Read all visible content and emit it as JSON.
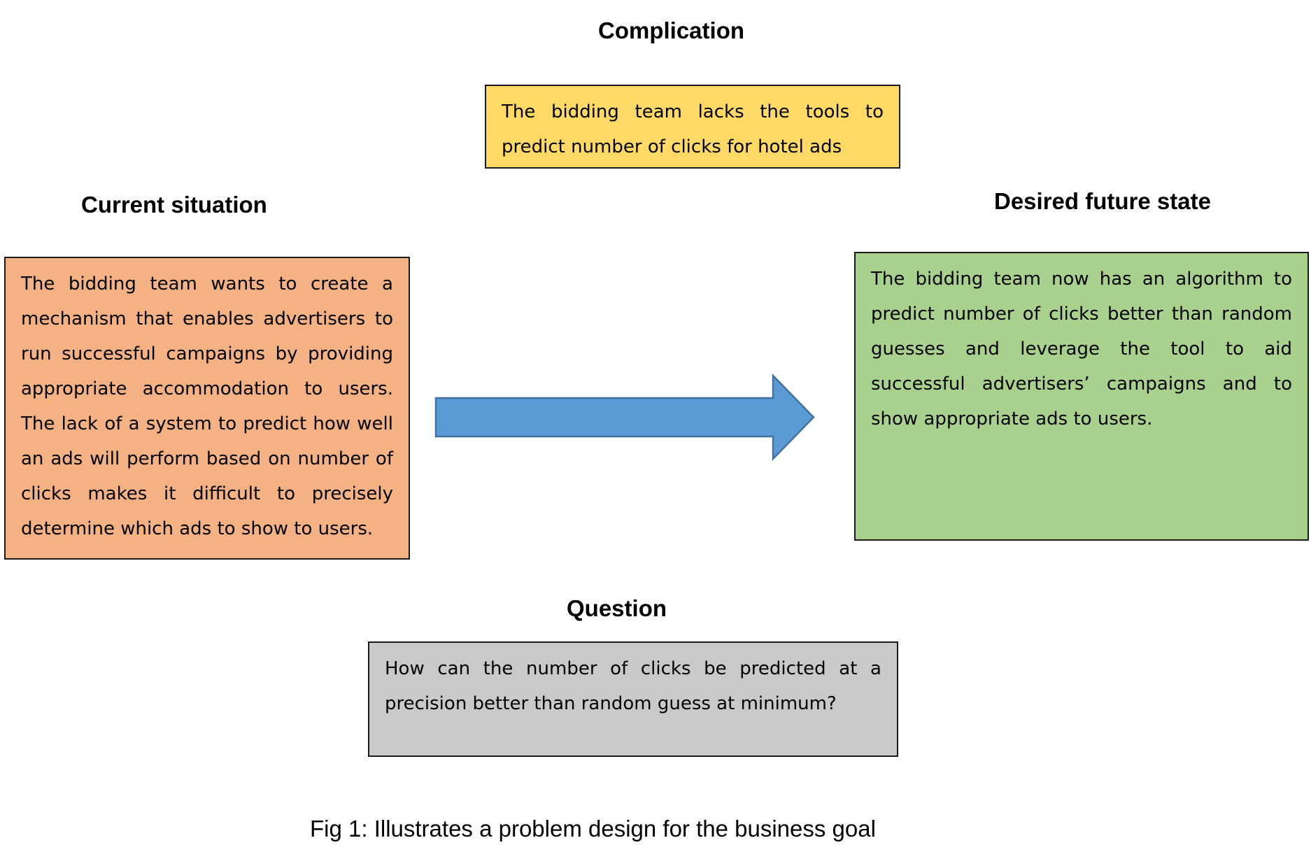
{
  "colors": {
    "complication_fill": "#FFD966",
    "current_fill": "#F4B183",
    "future_fill": "#A9D18E",
    "question_fill": "#C9C9C9",
    "arrow_fill": "#5B9BD5",
    "arrow_stroke": "#41719C",
    "border": "#1a1a1a"
  },
  "complication": {
    "heading": "Complication",
    "text": "The bidding team lacks the tools to predict number of clicks for hotel ads"
  },
  "current_situation": {
    "heading": "Current situation",
    "text": "The bidding team wants to create a mechanism that enables advertisers to run successful campaigns by providing appropriate accommodation to users. The lack of a system to predict how well an ads will perform based on number of clicks makes it difficult to precisely determine which ads to show to users."
  },
  "desired_future_state": {
    "heading": "Desired future state",
    "text": "The bidding team now has an algorithm to predict number of clicks better than random guesses and leverage the tool to aid successful advertisers’ campaigns and to show appropriate ads to users."
  },
  "question": {
    "heading": "Question",
    "text": "How can the number of clicks be predicted at a precision better than random guess at minimum?"
  },
  "arrow": {
    "icon": "right-arrow-icon"
  },
  "caption": "Fig 1: Illustrates a problem design for the business goal"
}
